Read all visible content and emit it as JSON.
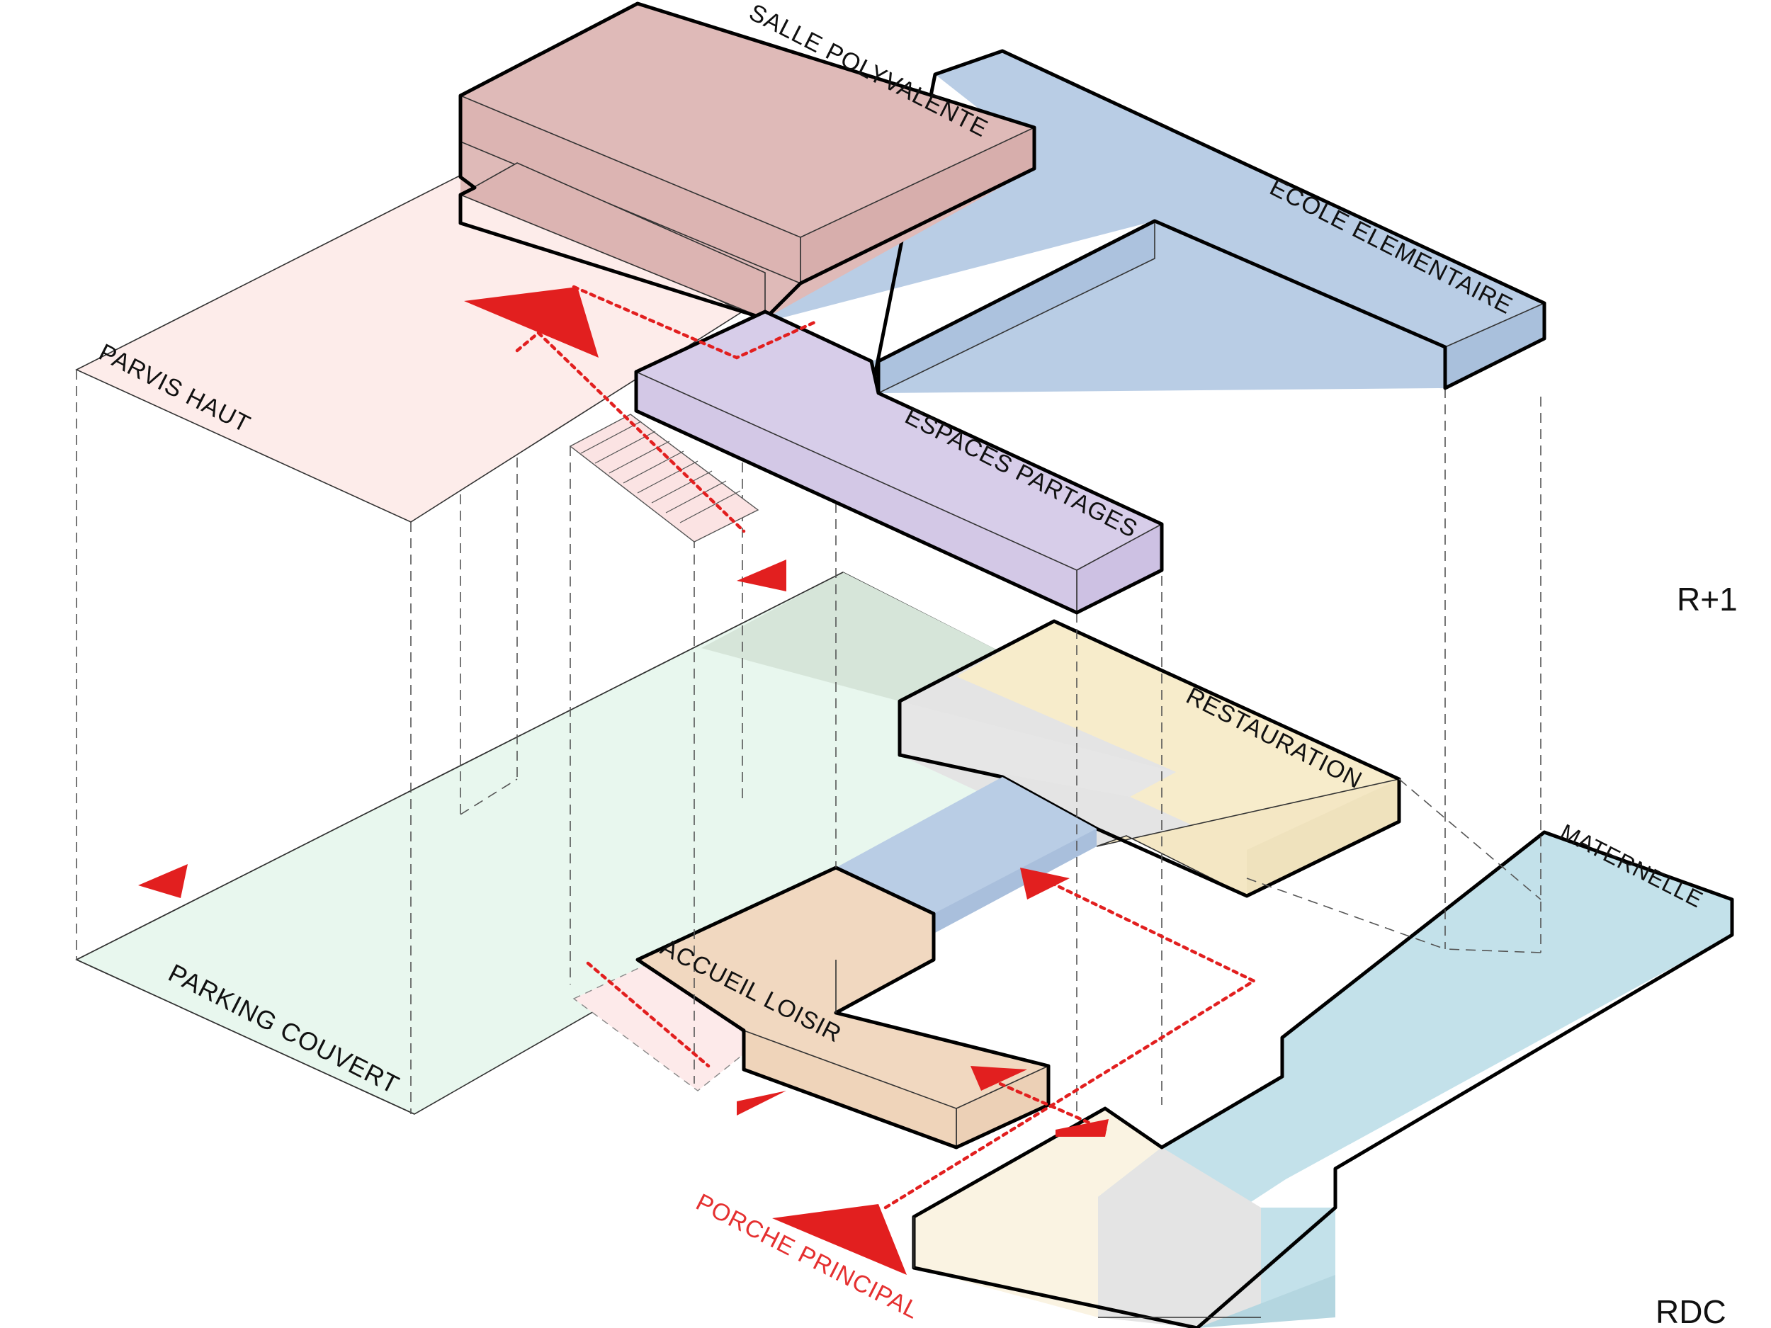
{
  "levels": {
    "upper": "R+1",
    "ground": "RDC"
  },
  "zones": {
    "salle_polyvalente": "SALLE POLYVALENTE",
    "ecole_elementaire": "ECOLE ELEMENTAIRE",
    "espaces_partages": "ESPACES PARTAGES",
    "parvis_haut": "PARVIS HAUT",
    "restauration": "RESTAURATION",
    "maternelle": "MATERNELLE",
    "accueil_loisir": "ACCUEIL LOISIR",
    "parking_couvert": "PARKING COUVERT",
    "porche_principal": "PORCHE PRINCIPAL"
  },
  "colors": {
    "salle_polyvalente": "#dfbab8",
    "ecole_elementaire": "#b9cde5",
    "espaces_partages": "#d7cde9",
    "parvis_haut": "#fdecea",
    "restauration": "#f7eccb",
    "accueil_loisir": "#f1d8c0",
    "maternelle": "#c3e1ea",
    "parking_couvert": "#e8f7ee",
    "circulation_arrows": "#e21f1f"
  }
}
